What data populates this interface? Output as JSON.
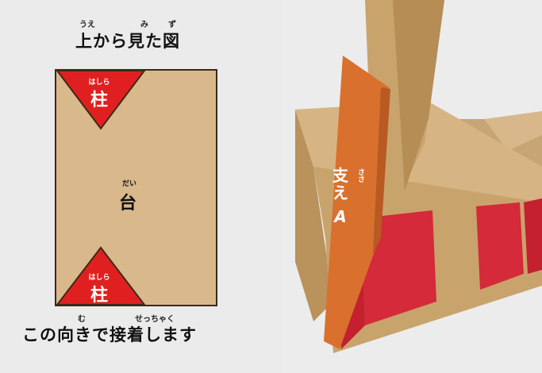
{
  "top_view": {
    "title": "上から見た図",
    "title_ruby": [
      "うえ",
      "み",
      "ず"
    ],
    "pillar_label": "柱",
    "pillar_ruby": "はしら",
    "base_label": "台",
    "base_ruby": "だい",
    "caption": "この向きで接着します",
    "caption_ruby": [
      "む",
      "せっちゃく"
    ]
  },
  "photo": {
    "support_label_main": "支え",
    "support_label_letter": "A",
    "support_ruby": "ささ"
  },
  "colors": {
    "base": "#d9b88b",
    "pillar": "#e02020",
    "support": "#d9702e",
    "background": "#ebebeb"
  }
}
